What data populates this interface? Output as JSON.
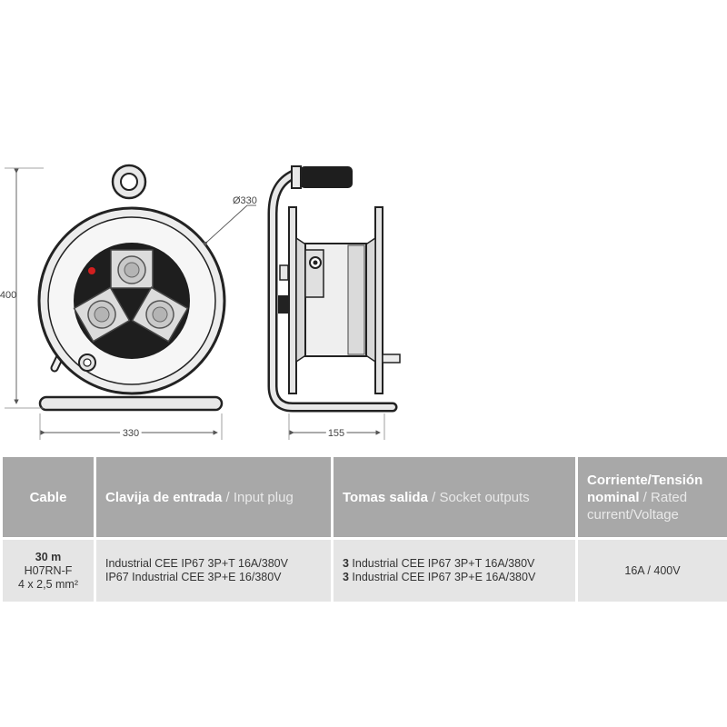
{
  "drawing": {
    "dim_height": "400",
    "dim_width": "330",
    "dim_diameter": "Ø330",
    "dim_depth": "155"
  },
  "table": {
    "headers": {
      "cable": "Cable",
      "input_plug_es": "Clavija de entrada",
      "input_plug_en": " / Input plug",
      "socket_outputs_es": "Tomas salida",
      "socket_outputs_en": " / Socket outputs",
      "rated_es_1": "Corriente/Tensión",
      "rated_es_2": "nominal",
      "rated_en_1": " / Rated",
      "rated_en_2": "current/Voltage"
    },
    "row": {
      "cable_length": "30 m",
      "cable_type": "H07RN-F",
      "cable_section": "4 x 2,5 mm²",
      "input_plug_1": "Industrial CEE IP67 3P+T 16A/380V",
      "input_plug_2": "IP67 Industrial CEE 3P+E 16/380V",
      "socket_1_count": "3",
      "socket_1_text": " Industrial CEE IP67 3P+T 16A/380V",
      "socket_2_count": "3",
      "socket_2_text": " Industrial CEE IP67 3P+E 16A/380V",
      "rated_value": "16A / 400V"
    }
  }
}
